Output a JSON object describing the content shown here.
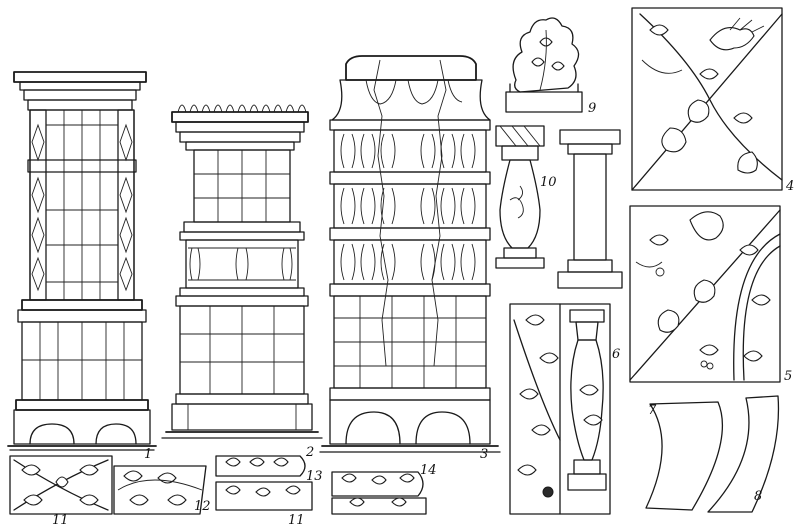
{
  "figure_numbers": [
    "1",
    "2",
    "3",
    "4",
    "5",
    "6",
    "7",
    "8",
    "9",
    "10",
    "11",
    "11",
    "12",
    "13",
    "14"
  ],
  "colors": {
    "ink": "#1a1a1a",
    "paper": "#ffffff"
  }
}
